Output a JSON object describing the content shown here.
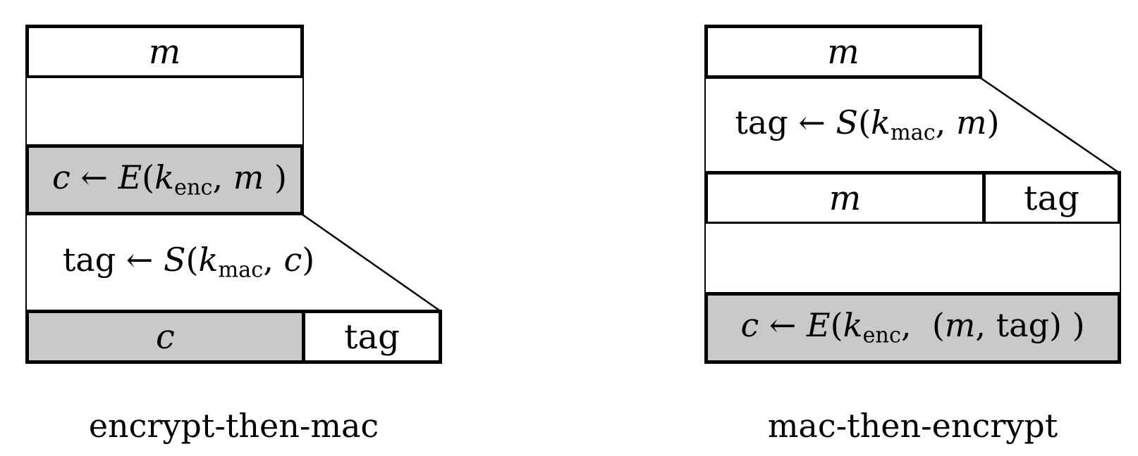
{
  "colors": {
    "shaded_fill": "#c9c9c9",
    "box_fill": "#ffffff",
    "line": "#000000"
  },
  "left": {
    "label": "encrypt-then-mac",
    "top_box": "m",
    "encrypt_formula": [
      {
        "t": "c",
        "s": "i"
      },
      {
        "t": " ← ",
        "s": "r"
      },
      {
        "t": "E",
        "s": "i"
      },
      {
        "t": "(",
        "s": "r"
      },
      {
        "t": "k",
        "s": "i"
      },
      {
        "t": "enc",
        "s": "sub"
      },
      {
        "t": ", ",
        "s": "r"
      },
      {
        "t": "m",
        "s": "i"
      },
      {
        "t": " )",
        "s": "r"
      }
    ],
    "mac_formula": [
      {
        "t": "tag",
        "s": "r"
      },
      {
        "t": " ← ",
        "s": "r"
      },
      {
        "t": "S",
        "s": "i"
      },
      {
        "t": "(",
        "s": "r"
      },
      {
        "t": "k",
        "s": "i"
      },
      {
        "t": "mac",
        "s": "sub"
      },
      {
        "t": ", ",
        "s": "r"
      },
      {
        "t": "c",
        "s": "i"
      },
      {
        "t": ")",
        "s": "r"
      }
    ],
    "bottom_c": "c",
    "bottom_tag": "tag"
  },
  "right": {
    "label": "mac-then-encrypt",
    "top_box": "m",
    "mac_formula": [
      {
        "t": "tag",
        "s": "r"
      },
      {
        "t": " ← ",
        "s": "r"
      },
      {
        "t": "S",
        "s": "i"
      },
      {
        "t": "(",
        "s": "r"
      },
      {
        "t": "k",
        "s": "i"
      },
      {
        "t": "mac",
        "s": "sub"
      },
      {
        "t": ", ",
        "s": "r"
      },
      {
        "t": "m",
        "s": "i"
      },
      {
        "t": ")",
        "s": "r"
      }
    ],
    "row_m": "m",
    "row_tag": "tag",
    "encrypt_formula": [
      {
        "t": "c",
        "s": "i"
      },
      {
        "t": " ← ",
        "s": "r"
      },
      {
        "t": "E",
        "s": "i"
      },
      {
        "t": "(",
        "s": "r"
      },
      {
        "t": "k",
        "s": "i"
      },
      {
        "t": "enc",
        "s": "sub"
      },
      {
        "t": ",  ",
        "s": "r"
      },
      {
        "t": "(",
        "s": "r"
      },
      {
        "t": "m",
        "s": "i"
      },
      {
        "t": ", ",
        "s": "r"
      },
      {
        "t": "tag",
        "s": "r"
      },
      {
        "t": ") )",
        "s": "r"
      }
    ]
  }
}
